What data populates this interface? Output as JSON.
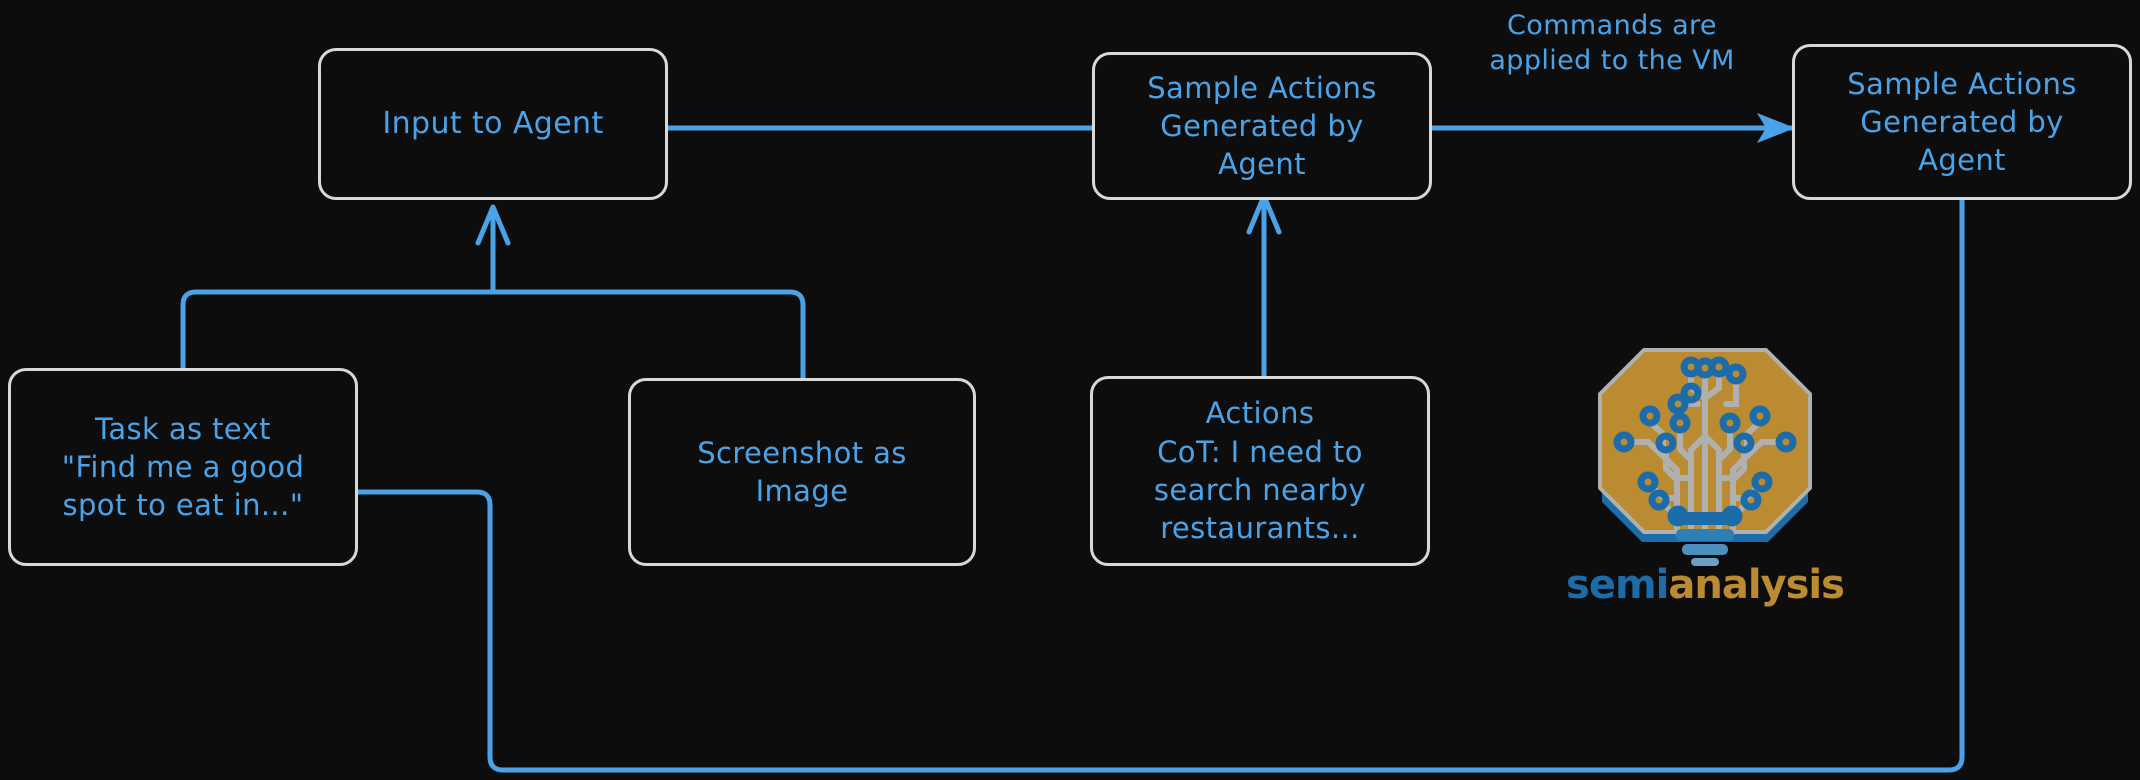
{
  "canvas": {
    "background": "#0d0d0d",
    "accent_blue": "#4aa3e8",
    "box_border": "#d8d8d4",
    "logo_gold": "#bb8b32",
    "logo_blue": "#1b6ca8",
    "logo_trace": "#b0b0ae"
  },
  "nodes": {
    "input_to_agent": {
      "label": "Input to Agent"
    },
    "task_as_text": {
      "label": "Task as text\n\"Find me a good\nspot to eat in...\""
    },
    "screenshot_as_image": {
      "label": "Screenshot as\nImage"
    },
    "sample_actions_mid": {
      "label": "Sample Actions\nGenerated by\nAgent"
    },
    "actions_cot": {
      "label": "Actions\nCoT: I need to\nsearch nearby\nrestaurants..."
    },
    "sample_actions_right": {
      "label": "Sample Actions\nGenerated by\nAgent"
    }
  },
  "edge_labels": {
    "commands_to_vm": "Commands are\napplied to the VM"
  },
  "logo": {
    "wordmark_first": "semi",
    "wordmark_second": "analysis",
    "icon_name": "circuit-tree-octagon-logo"
  }
}
